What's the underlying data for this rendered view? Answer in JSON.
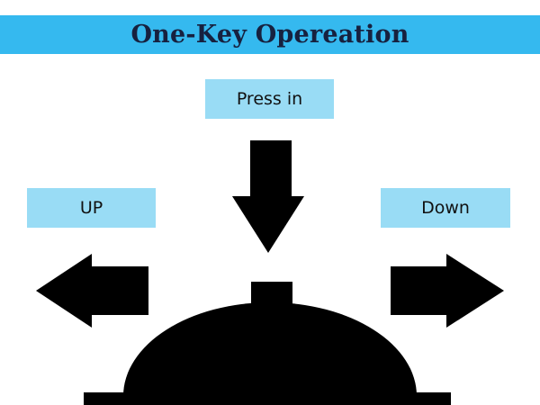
{
  "title": "One-Key Opereation",
  "labels": {
    "press": "Press in",
    "up": "UP",
    "down": "Down"
  },
  "icons": {
    "press": "arrow-down-icon",
    "up": "arrow-left-icon",
    "down": "arrow-right-icon",
    "knob": "button-knob-icon"
  },
  "colors": {
    "title_bar": "#35b9ef",
    "label_bg": "#99dcf5",
    "shapes": "#000000"
  }
}
